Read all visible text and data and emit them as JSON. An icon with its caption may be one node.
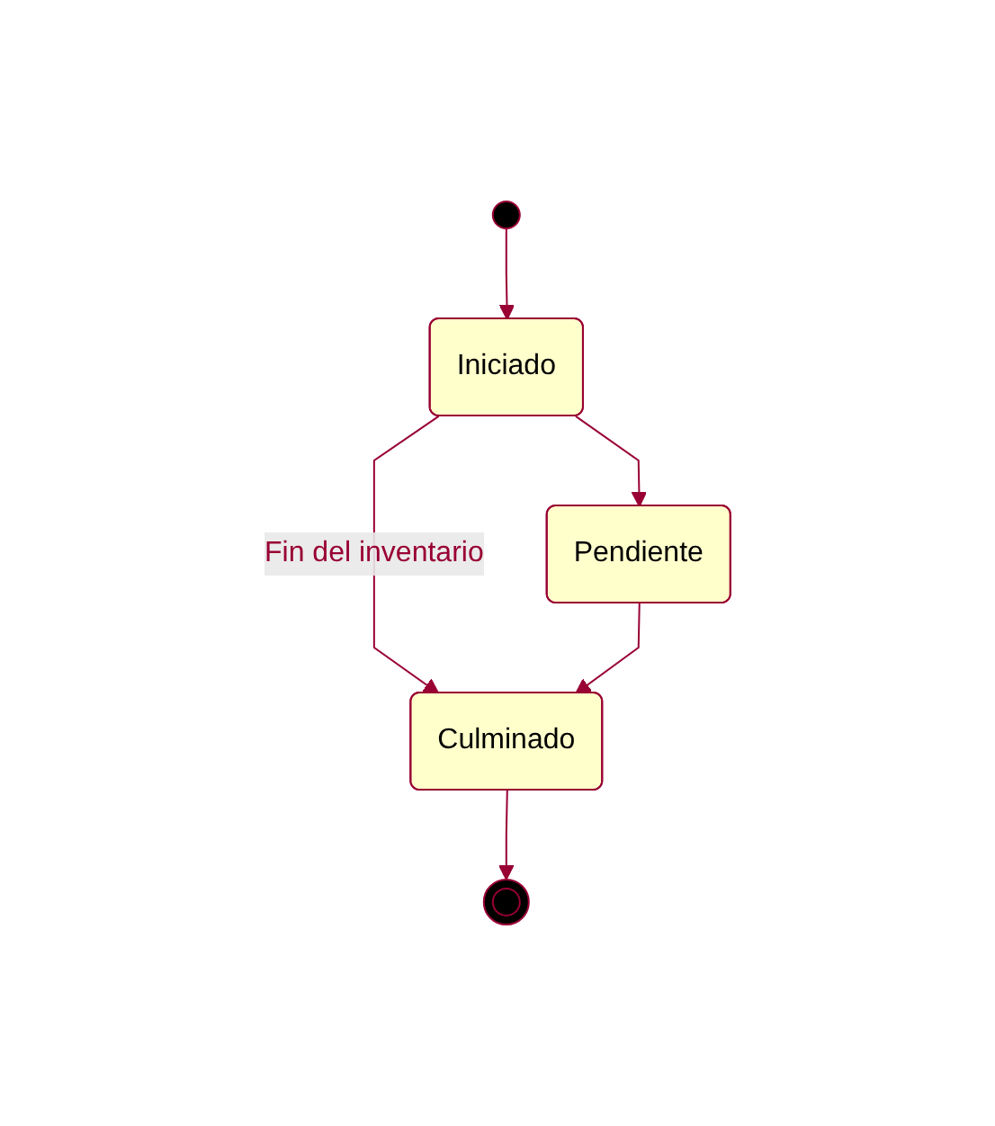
{
  "diagram": {
    "nodes": [
      {
        "text": [],
        "shape": "circle"
      },
      {
        "text": [
          "Iniciado"
        ]
      },
      {
        "text": [
          "Pendiente"
        ]
      },
      {
        "text": [
          "Culminado"
        ]
      },
      {
        "text": [],
        "shape": "bullseye"
      }
    ],
    "edges": [
      {
        "from": 0,
        "to": 1,
        "arrow": "to"
      },
      {
        "from": 1,
        "to": 2,
        "arrow": "to"
      },
      {
        "from": 1,
        "to": 3,
        "arrow": "to",
        "label": "Fin del inventario"
      },
      {
        "from": 2,
        "to": 3,
        "arrow": "to"
      },
      {
        "from": 3,
        "to": 4,
        "arrow": "to"
      }
    ]
  }
}
